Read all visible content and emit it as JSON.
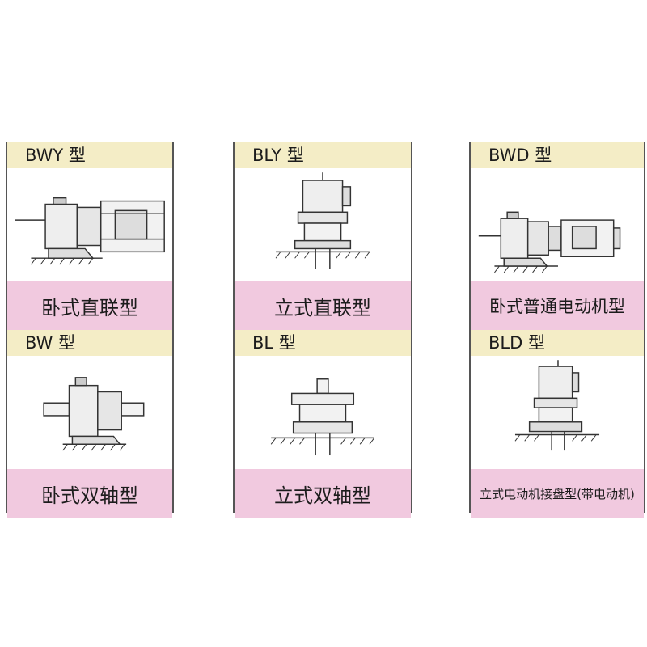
{
  "types": [
    {
      "code": "BWY 型",
      "name": "卧式直联型",
      "icon": "horizontal-direct-coupled-reducer-icon"
    },
    {
      "code": "BLY 型",
      "name": "立式直联型",
      "icon": "vertical-direct-coupled-reducer-icon"
    },
    {
      "code": "BWD 型",
      "name": "卧式普通电动机型",
      "icon": "horizontal-motor-reducer-icon"
    },
    {
      "code": "BW 型",
      "name": "卧式双轴型",
      "icon": "horizontal-double-shaft-reducer-icon"
    },
    {
      "code": "BL 型",
      "name": "立式双轴型",
      "icon": "vertical-double-shaft-reducer-icon"
    },
    {
      "code": "BLD 型",
      "name": "立式电动机接盘型(带电动机)",
      "icon": "vertical-motor-flange-reducer-icon"
    }
  ]
}
